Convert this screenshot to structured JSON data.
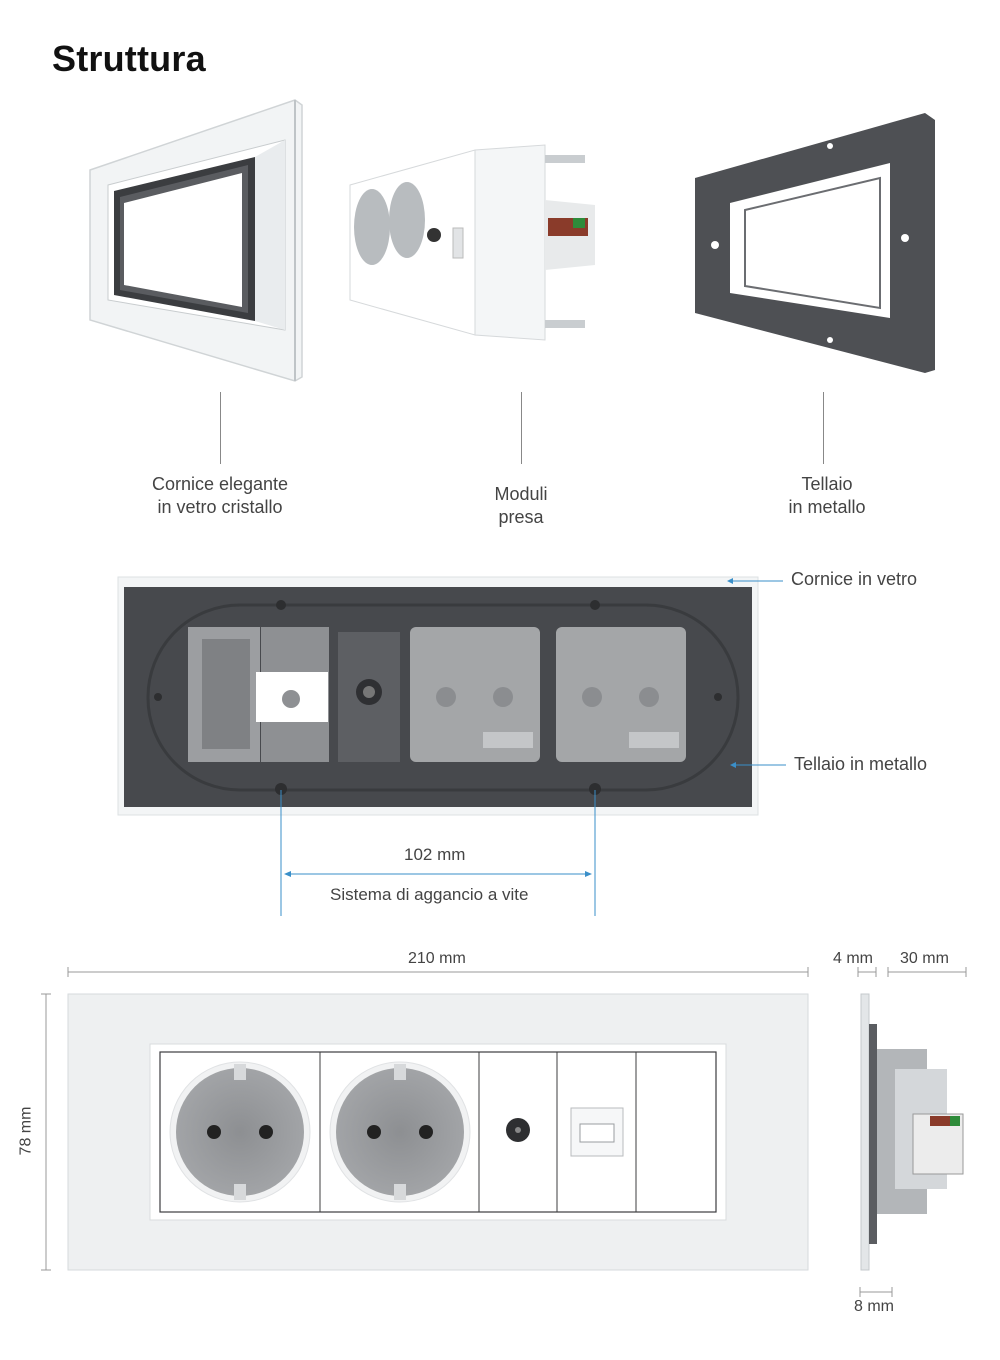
{
  "title": "Struttura",
  "components": [
    {
      "label_line1": "Cornice elegante",
      "label_line2": "in vetro cristallo"
    },
    {
      "label_line1": "Moduli",
      "label_line2": "presa"
    },
    {
      "label_line1": "Tellaio",
      "label_line2": "in metallo"
    }
  ],
  "callouts": {
    "glass_frame": "Cornice in vetro",
    "metal_frame": "Tellaio in metallo"
  },
  "screw_system": {
    "distance": "102 mm",
    "label": "Sistema di aggancio a vite"
  },
  "dimensions": {
    "width": "210 mm",
    "height": "78 mm",
    "glass_thickness": "4 mm",
    "depth": "30 mm",
    "side_offset": "8 mm"
  },
  "colors": {
    "glass": "#eef0f1",
    "frame_dark": "#4a4c50",
    "module_gray": "#9a9a9a",
    "callout_blue": "#3a8fc9"
  }
}
